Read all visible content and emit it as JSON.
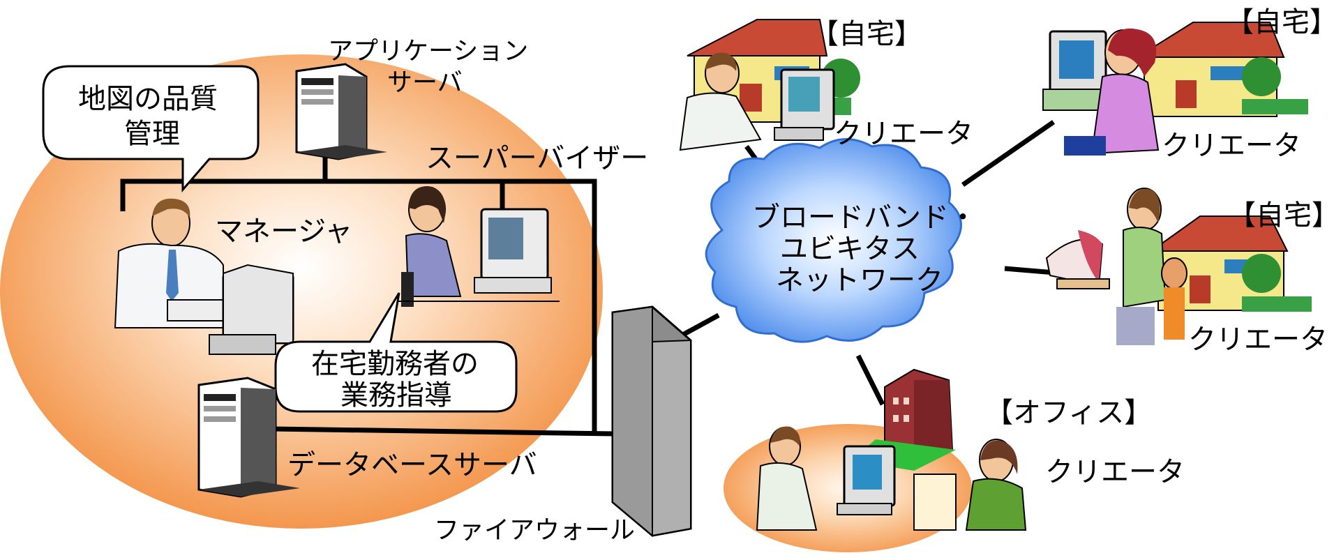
{
  "labels": {
    "app_server_l1": "アプリケーション",
    "app_server_l2": "サーバ",
    "supervisor": "スーパーバイザー",
    "manager": "マネージャ",
    "db_server": "データベースサーバ",
    "firewall": "ファイアウォール",
    "callout_quality_l1": "地図の品質",
    "callout_quality_l2": "管理",
    "callout_guidance_l1": "在宅勤務者の",
    "callout_guidance_l2": "業務指導",
    "cloud_l1": "ブロードバンド・",
    "cloud_l2": "ユビキタス",
    "cloud_l3": "ネットワーク",
    "home_1": "【自宅】",
    "home_2": "【自宅】",
    "home_3": "【自宅】",
    "office": "【オフィス】",
    "creator_1": "クリエータ",
    "creator_2": "クリエータ",
    "creator_3": "クリエータ",
    "creator_4": "クリエータ"
  },
  "colors": {
    "orange_outer": "#f39a4c",
    "orange_inner": "#fff6ee",
    "cloud": "#4f8fe6",
    "firewall_front": "#aaaaaa",
    "firewall_side": "#7a7a7a"
  }
}
